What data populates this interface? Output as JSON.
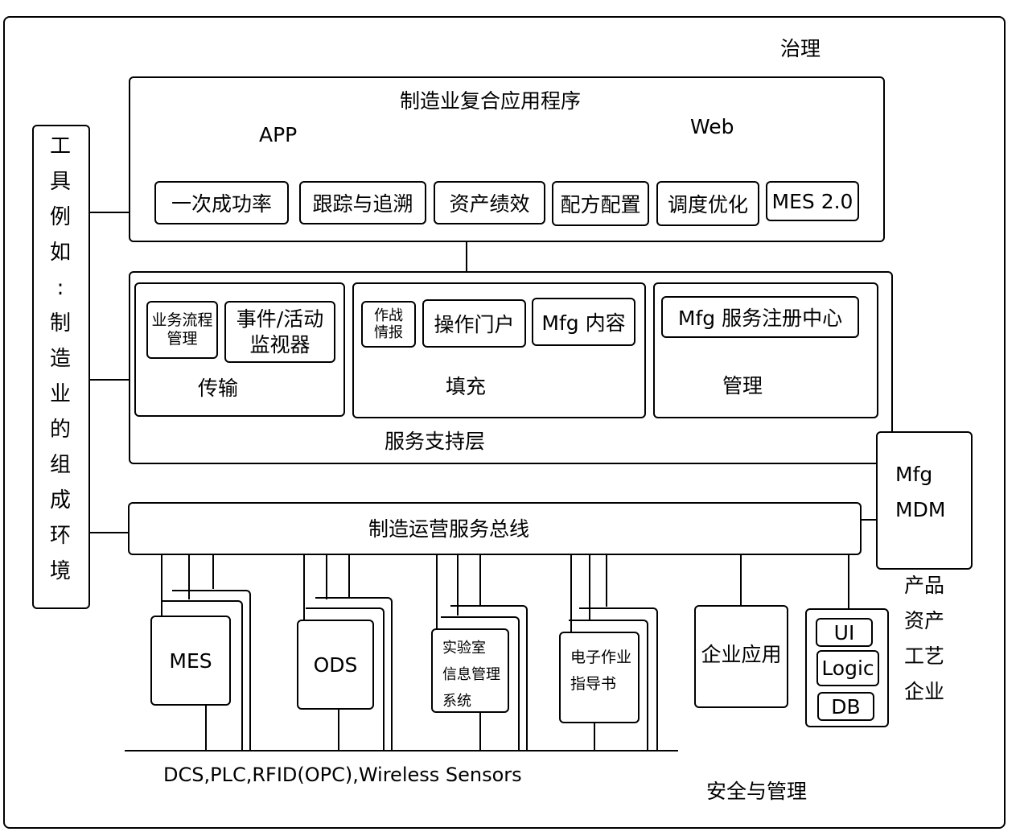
{
  "governance": "治理",
  "tools": {
    "chars": [
      "工",
      "具",
      "例",
      "如",
      ":",
      "制",
      "造",
      "业",
      "的",
      "组",
      "成",
      "环",
      "境"
    ]
  },
  "composite_apps": {
    "title": "制造业复合应用程序",
    "app_label": "APP",
    "web_label": "Web",
    "items": [
      "一次成功率",
      "跟踪与追溯",
      "资产绩效",
      "配方配置",
      "调度优化",
      "MES 2.0"
    ]
  },
  "service_layer": {
    "label": "服务支持层",
    "transport": {
      "label": "传输",
      "bpm_line1": "业务流程",
      "bpm_line2": "管理",
      "monitor_line1": "事件/活动",
      "monitor_line2": "监视器"
    },
    "fill": {
      "label": "填充",
      "intel_line1": "作战",
      "intel_line2": "情报",
      "portal": "操作门户",
      "content": "Mfg 内容"
    },
    "manage": {
      "label": "管理",
      "registry": "Mfg 服务注册中心"
    }
  },
  "mdm": {
    "line1": "Mfg",
    "line2": "MDM",
    "items": [
      "产品",
      "资产",
      "工艺",
      "企业"
    ]
  },
  "bus": {
    "label": "制造运营服务总线"
  },
  "systems": {
    "mes": "MES",
    "ods": "ODS",
    "lims_line1": "实验室",
    "lims_line2": "信息管理",
    "lims_line3": "系统",
    "ewi_line1": "电子作业",
    "ewi_line2": "指导书",
    "enterprise": "企业应用",
    "stack": [
      "UI",
      "Logic",
      "DB"
    ]
  },
  "field": "DCS,PLC,RFID(OPC),Wireless Sensors",
  "security": "安全与管理"
}
